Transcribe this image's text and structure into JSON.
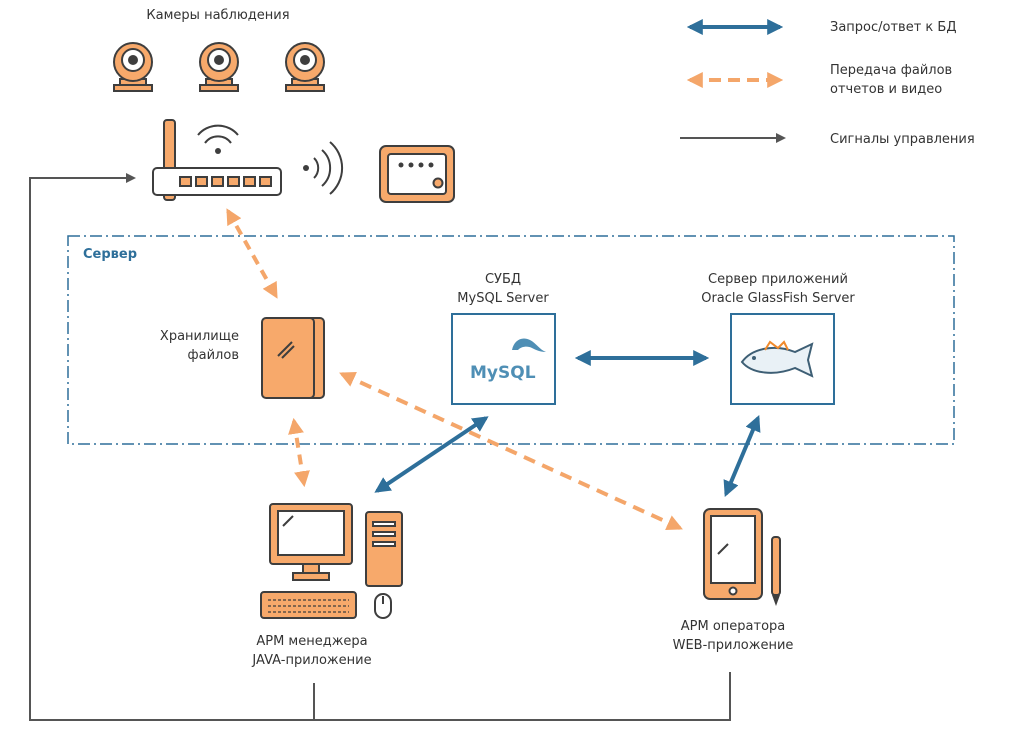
{
  "legend": {
    "db_request": "Запрос/ответ к БД",
    "file_transfer_line1": "Передача файлов",
    "file_transfer_line2": "отчетов и видео",
    "control_signals": "Сигналы управления"
  },
  "cameras": {
    "label": "Камеры наблюдения"
  },
  "server": {
    "label": "Сервер"
  },
  "storage": {
    "line1": "Хранилище",
    "line2": "файлов"
  },
  "dbms": {
    "line1": "СУБД",
    "line2": "MySQL Server",
    "logo_text": "MySQL"
  },
  "app_server": {
    "line1": "Сервер приложений",
    "line2": "Oracle GlassFish Server"
  },
  "manager": {
    "line1": "АРМ менеджера",
    "line2": "JAVA-приложение"
  },
  "operator": {
    "line1": "АРМ оператора",
    "line2": "WEB-приложение"
  },
  "colors": {
    "db_arrow": "#2e6f9a",
    "file_arrow": "#f4a66a",
    "control_line": "#555555",
    "device_fill": "#f7a96b",
    "outline": "#3e3e3e"
  },
  "icons": [
    "camera-icon",
    "router-icon",
    "wifi-icon",
    "dvr-icon",
    "storage-icon",
    "mysql-logo",
    "glassfish-logo",
    "desktop-computer-icon",
    "tablet-icon"
  ]
}
